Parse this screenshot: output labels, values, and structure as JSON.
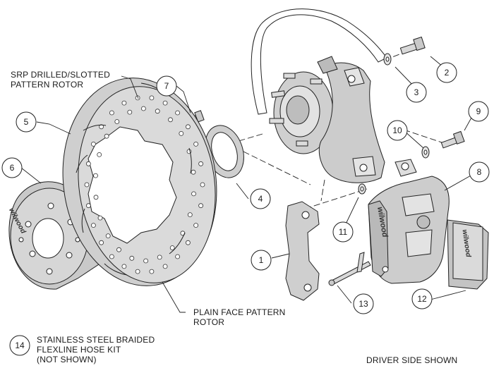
{
  "labels": {
    "srp_rotor": [
      "SRP DRILLED/SLOTTED",
      "PATTERN ROTOR"
    ],
    "plain_rotor": [
      "PLAIN FACE PATTERN",
      "ROTOR"
    ],
    "hose_kit": [
      "STAINLESS STEEL BRAIDED",
      "FLEXLINE HOSE KIT",
      "(NOT SHOWN)"
    ],
    "driver_side": "DRIVER SIDE SHOWN"
  },
  "callouts": {
    "c1": "1",
    "c2": "2",
    "c3": "3",
    "c4": "4",
    "c5": "5",
    "c6": "6",
    "c7": "7",
    "c8": "8",
    "c9": "9",
    "c10": "10",
    "c11": "11",
    "c12": "12",
    "c13": "13",
    "c14": "14"
  },
  "brand": "wilwood",
  "colors": {
    "part_fill": "#d6d6d6",
    "part_dark": "#b5b5b5",
    "line": "#222222"
  }
}
